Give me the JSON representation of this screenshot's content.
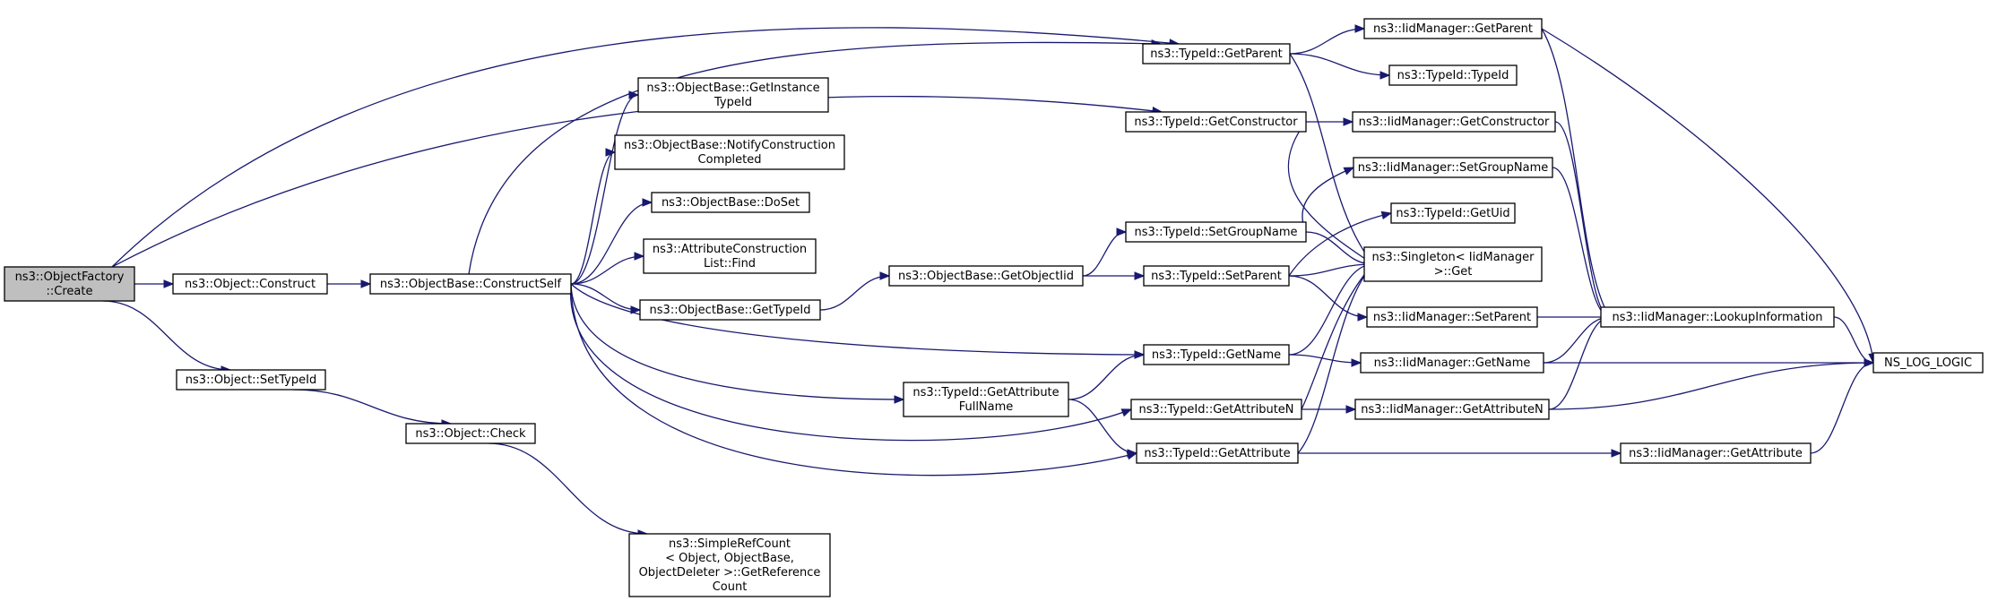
{
  "diagram": {
    "type": "call-graph",
    "colors": {
      "edge": "#191970",
      "root_fill": "#bfbfbf",
      "node_fill": "#ffffff",
      "border": "#000000"
    },
    "nodes": [
      {
        "id": "root",
        "lines": [
          "ns3::ObjectFactory",
          "::Create"
        ],
        "root": true
      },
      {
        "id": "construct",
        "lines": [
          "ns3::Object::Construct"
        ]
      },
      {
        "id": "settypeid",
        "lines": [
          "ns3::Object::SetTypeId"
        ]
      },
      {
        "id": "constructself",
        "lines": [
          "ns3::ObjectBase::ConstructSelf"
        ]
      },
      {
        "id": "check",
        "lines": [
          "ns3::Object::Check"
        ]
      },
      {
        "id": "getinstance",
        "lines": [
          "ns3::ObjectBase::GetInstance",
          "TypeId"
        ]
      },
      {
        "id": "notify",
        "lines": [
          "ns3::ObjectBase::NotifyConstruction",
          "Completed"
        ]
      },
      {
        "id": "doset",
        "lines": [
          "ns3::ObjectBase::DoSet"
        ]
      },
      {
        "id": "attrfind",
        "lines": [
          "ns3::AttributeConstruction",
          "List::Find"
        ]
      },
      {
        "id": "obgettypeid",
        "lines": [
          "ns3::ObjectBase::GetTypeId"
        ]
      },
      {
        "id": "simpleref",
        "lines": [
          "ns3::SimpleRefCount",
          "< Object, ObjectBase,",
          "ObjectDeleter >::GetReference",
          "Count"
        ]
      },
      {
        "id": "getobjectiid",
        "lines": [
          "ns3::ObjectBase::GetObjectIid"
        ]
      },
      {
        "id": "getattrfull",
        "lines": [
          "ns3::TypeId::GetAttribute",
          "FullName"
        ]
      },
      {
        "id": "getparent",
        "lines": [
          "ns3::TypeId::GetParent"
        ]
      },
      {
        "id": "getconstructor",
        "lines": [
          "ns3::TypeId::GetConstructor"
        ]
      },
      {
        "id": "setgroupname",
        "lines": [
          "ns3::TypeId::SetGroupName"
        ]
      },
      {
        "id": "setparent",
        "lines": [
          "ns3::TypeId::SetParent"
        ]
      },
      {
        "id": "getname",
        "lines": [
          "ns3::TypeId::GetName"
        ]
      },
      {
        "id": "getattributen",
        "lines": [
          "ns3::TypeId::GetAttributeN"
        ]
      },
      {
        "id": "getattribute",
        "lines": [
          "ns3::TypeId::GetAttribute"
        ]
      },
      {
        "id": "iid_getparent",
        "lines": [
          "ns3::IidManager::GetParent"
        ]
      },
      {
        "id": "typeid_typeid",
        "lines": [
          "ns3::TypeId::TypeId"
        ]
      },
      {
        "id": "iid_getconstructor",
        "lines": [
          "ns3::IidManager::GetConstructor"
        ]
      },
      {
        "id": "iid_setgroupname",
        "lines": [
          "ns3::IidManager::SetGroupName"
        ]
      },
      {
        "id": "getuid",
        "lines": [
          "ns3::TypeId::GetUid"
        ]
      },
      {
        "id": "singleton",
        "lines": [
          "ns3::Singleton< IidManager",
          ">::Get"
        ]
      },
      {
        "id": "iid_setparent",
        "lines": [
          "ns3::IidManager::SetParent"
        ]
      },
      {
        "id": "iid_getname",
        "lines": [
          "ns3::IidManager::GetName"
        ]
      },
      {
        "id": "iid_getattributen",
        "lines": [
          "ns3::IidManager::GetAttributeN"
        ]
      },
      {
        "id": "iid_getattribute",
        "lines": [
          "ns3::IidManager::GetAttribute"
        ]
      },
      {
        "id": "lookup",
        "lines": [
          "ns3::IidManager::LookupInformation"
        ]
      },
      {
        "id": "nslog",
        "lines": [
          "NS_LOG_LOGIC"
        ]
      }
    ],
    "edges": [
      [
        "root",
        "construct"
      ],
      [
        "root",
        "settypeid"
      ],
      [
        "root",
        "getparent"
      ],
      [
        "root",
        "getconstructor"
      ],
      [
        "construct",
        "constructself"
      ],
      [
        "settypeid",
        "check"
      ],
      [
        "check",
        "simpleref"
      ],
      [
        "constructself",
        "getinstance"
      ],
      [
        "constructself",
        "notify"
      ],
      [
        "constructself",
        "doset"
      ],
      [
        "constructself",
        "attrfind"
      ],
      [
        "constructself",
        "obgettypeid"
      ],
      [
        "constructself",
        "getparent"
      ],
      [
        "constructself",
        "getname"
      ],
      [
        "constructself",
        "getattrfull"
      ],
      [
        "constructself",
        "getattributen"
      ],
      [
        "constructself",
        "getattribute"
      ],
      [
        "obgettypeid",
        "getobjectiid"
      ],
      [
        "getobjectiid",
        "setgroupname"
      ],
      [
        "getobjectiid",
        "setparent"
      ],
      [
        "getattrfull",
        "getname"
      ],
      [
        "getattrfull",
        "getattribute"
      ],
      [
        "getparent",
        "iid_getparent"
      ],
      [
        "getparent",
        "typeid_typeid"
      ],
      [
        "getparent",
        "singleton"
      ],
      [
        "getconstructor",
        "iid_getconstructor"
      ],
      [
        "getconstructor",
        "singleton"
      ],
      [
        "setgroupname",
        "iid_setgroupname"
      ],
      [
        "setgroupname",
        "singleton"
      ],
      [
        "setparent",
        "getuid"
      ],
      [
        "setparent",
        "singleton"
      ],
      [
        "setparent",
        "iid_setparent"
      ],
      [
        "getname",
        "singleton"
      ],
      [
        "getname",
        "iid_getname"
      ],
      [
        "getattributen",
        "singleton"
      ],
      [
        "getattributen",
        "iid_getattributen"
      ],
      [
        "getattribute",
        "singleton"
      ],
      [
        "getattribute",
        "iid_getattribute"
      ],
      [
        "iid_getparent",
        "lookup"
      ],
      [
        "iid_getparent",
        "nslog"
      ],
      [
        "iid_getconstructor",
        "lookup"
      ],
      [
        "iid_setgroupname",
        "lookup"
      ],
      [
        "iid_setparent",
        "lookup"
      ],
      [
        "iid_getname",
        "lookup"
      ],
      [
        "iid_getname",
        "nslog"
      ],
      [
        "iid_getattributen",
        "lookup"
      ],
      [
        "iid_getattributen",
        "nslog"
      ],
      [
        "iid_getattribute",
        "nslog"
      ],
      [
        "lookup",
        "nslog"
      ]
    ]
  }
}
